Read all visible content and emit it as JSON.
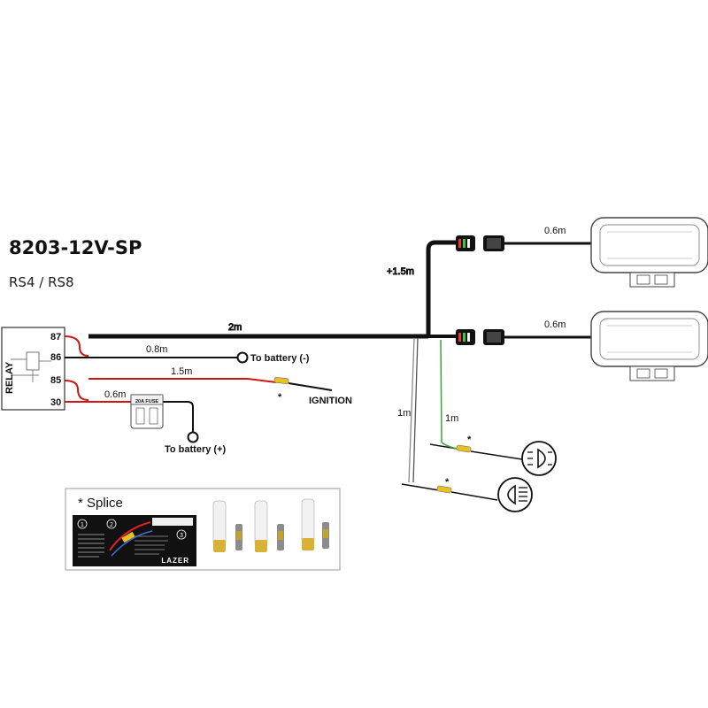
{
  "header": {
    "title": "8203-12V-SP",
    "subtitle": "RS4 / RS8"
  },
  "relay": {
    "label": "RELAY",
    "pins": [
      "87",
      "86",
      "85",
      "30"
    ]
  },
  "wires": {
    "main_length": "2m",
    "upper_branch_length": "+1.5m",
    "lamp_top_length": "0.6m",
    "lamp_bottom_length": "0.6m",
    "ground_length": "0.8m",
    "ignition_length": "1.5m",
    "fuse_length": "0.6m",
    "switch_grey_length": "1m",
    "switch_green_length": "1m"
  },
  "terminals": {
    "battery_neg": "To battery (-)",
    "ignition": "IGNITION",
    "battery_pos": "To battery (+)",
    "fuse": "20A FUSE"
  },
  "splice_marker": "*",
  "legend": {
    "title": "* Splice",
    "brand": "LAZER",
    "steps": [
      "1",
      "2",
      "3"
    ]
  },
  "colors": {
    "wire_black": "#111111",
    "wire_red": "#d01515",
    "wire_green": "#3aa53a",
    "wire_grey": "#8a8a8a"
  }
}
